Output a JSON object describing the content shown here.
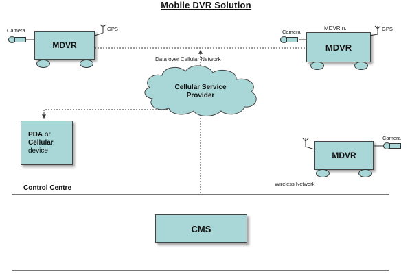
{
  "title": "Mobile DVR Solution",
  "colors": {
    "box": "#a9d6d6",
    "line": "#333333"
  },
  "units": {
    "left": {
      "camera_label": "Camera",
      "gps_label": "GPS",
      "box_label": "MDVR"
    },
    "right": {
      "camera_label": "Camera",
      "gps_label": "GPS",
      "box_label": "MDVR",
      "caption": "MDVR n."
    },
    "bottom": {
      "camera_label": "Camera",
      "box_label": "MDVR",
      "network_label": "Wireless Network"
    }
  },
  "network": {
    "data_label": "Data over Cellular Network",
    "cloud_label": "Cellular Service Provider"
  },
  "pda": {
    "line1_bold": "PDA",
    "line1_normal": " or",
    "line2": "Cellular",
    "line3": "device"
  },
  "control_centre": {
    "label": "Control Centre",
    "cms_label": "CMS"
  },
  "icons": [
    "camera-icon",
    "gps-antenna-icon",
    "cloud-icon",
    "wheel-icon",
    "arrow-icon"
  ]
}
